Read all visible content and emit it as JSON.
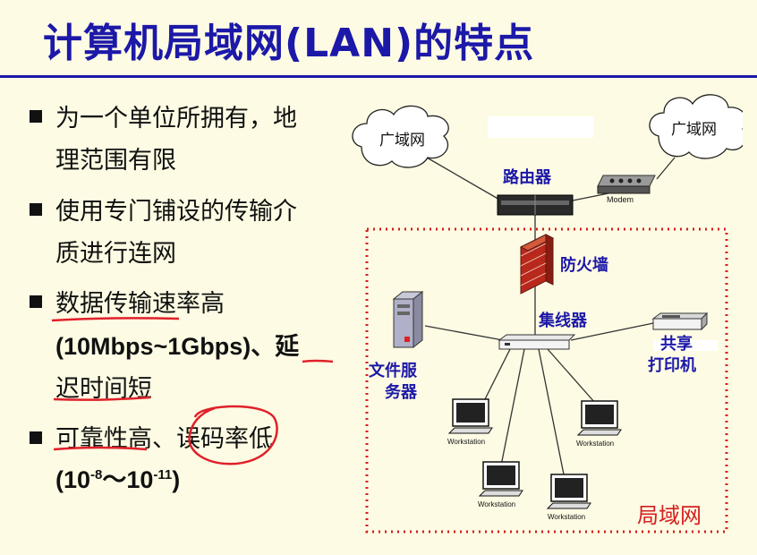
{
  "title": "计算机局域网(LAN)的特点",
  "bullets": [
    {
      "lines": [
        "为一个单位所拥有，地",
        "理范围有限"
      ]
    },
    {
      "lines": [
        "使用专门铺设的传输介",
        "质进行连网"
      ]
    },
    {
      "lines": [
        "数据传输速率高",
        "(10Mbps~1Gbps)、延",
        "迟时间短"
      ]
    },
    {
      "line1": "可靠性高、误码率低",
      "line2_base": "(10",
      "exp1": "-8",
      "line2_mid": "～10",
      "exp2": "-11",
      "line2_end": ")"
    }
  ],
  "diagram": {
    "wan_left": "广域网",
    "wan_right": "广域网",
    "router": "路由器",
    "modem": "Modem",
    "firewall": "防火墙",
    "hub": "集线器",
    "server": "文件服务器",
    "server_line1": "文件服",
    "server_line2": "务器",
    "printer_line1": "共享",
    "printer_line2": "打印机",
    "workstation": "Workstation",
    "lan": "局域网"
  },
  "colors": {
    "title": "#1c18a8",
    "label": "#1c18a8",
    "lan_border": "#d42020",
    "annotation": "#e0202a",
    "background": "#fdfbe3"
  }
}
